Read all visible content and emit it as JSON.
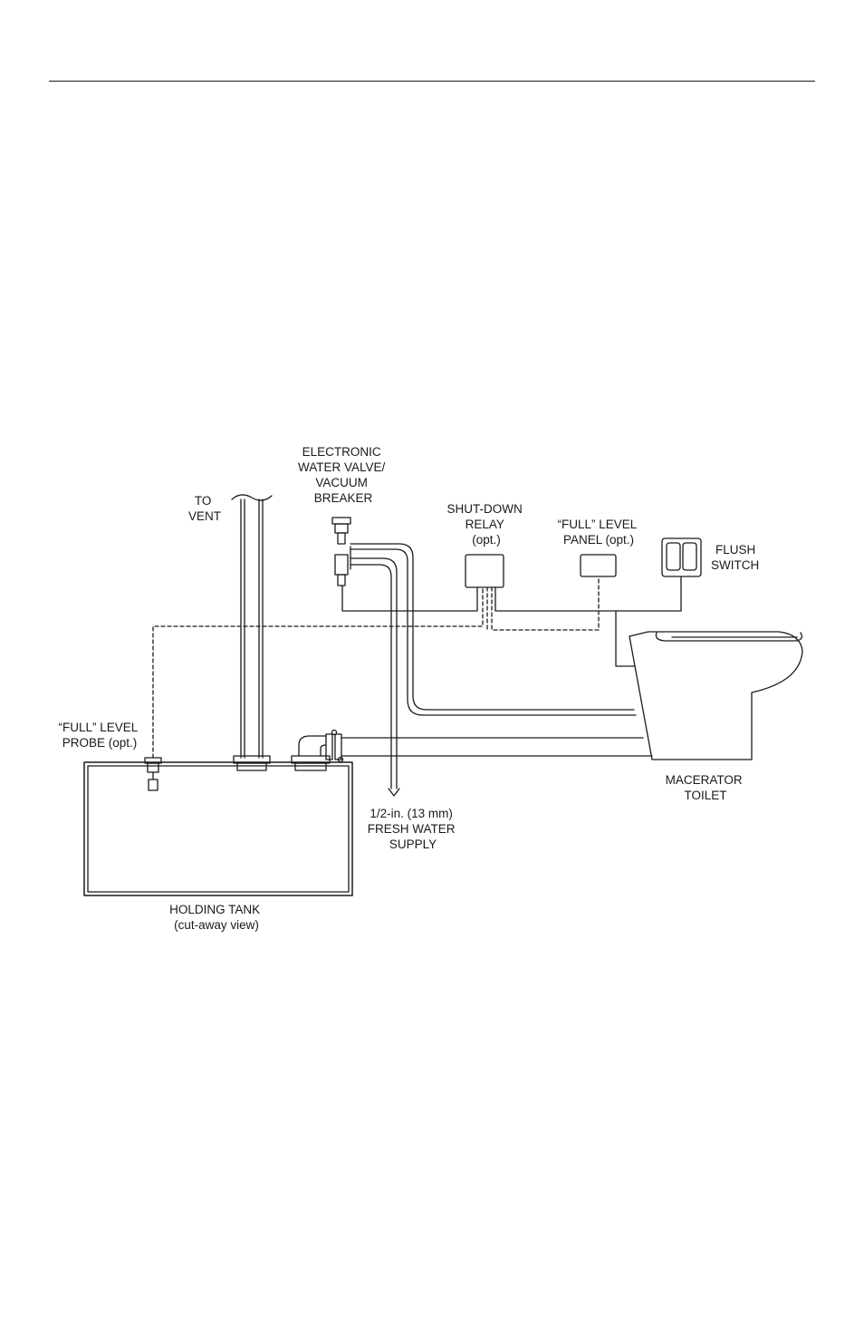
{
  "diagram": {
    "labels": {
      "electronic_water_valve": [
        "ELECTRONIC",
        "WATER VALVE/",
        "VACUUM",
        "BREAKER"
      ],
      "to_vent": [
        "TO",
        "VENT"
      ],
      "shutdown_relay": [
        "SHUT-DOWN",
        "RELAY",
        "(opt.)"
      ],
      "full_level_panel": [
        "“FULL” LEVEL",
        "PANEL (opt.)"
      ],
      "flush_switch": [
        "FLUSH",
        "SWITCH"
      ],
      "full_level_probe": [
        "“FULL” LEVEL",
        "PROBE (opt.)"
      ],
      "macerator_toilet": [
        "MACERATOR",
        "TOILET"
      ],
      "fresh_water_supply": [
        "1/2-in. (13 mm)",
        "FRESH WATER",
        "SUPPLY"
      ],
      "holding_tank": [
        "HOLDING TANK",
        "(cut-away view)"
      ]
    }
  }
}
